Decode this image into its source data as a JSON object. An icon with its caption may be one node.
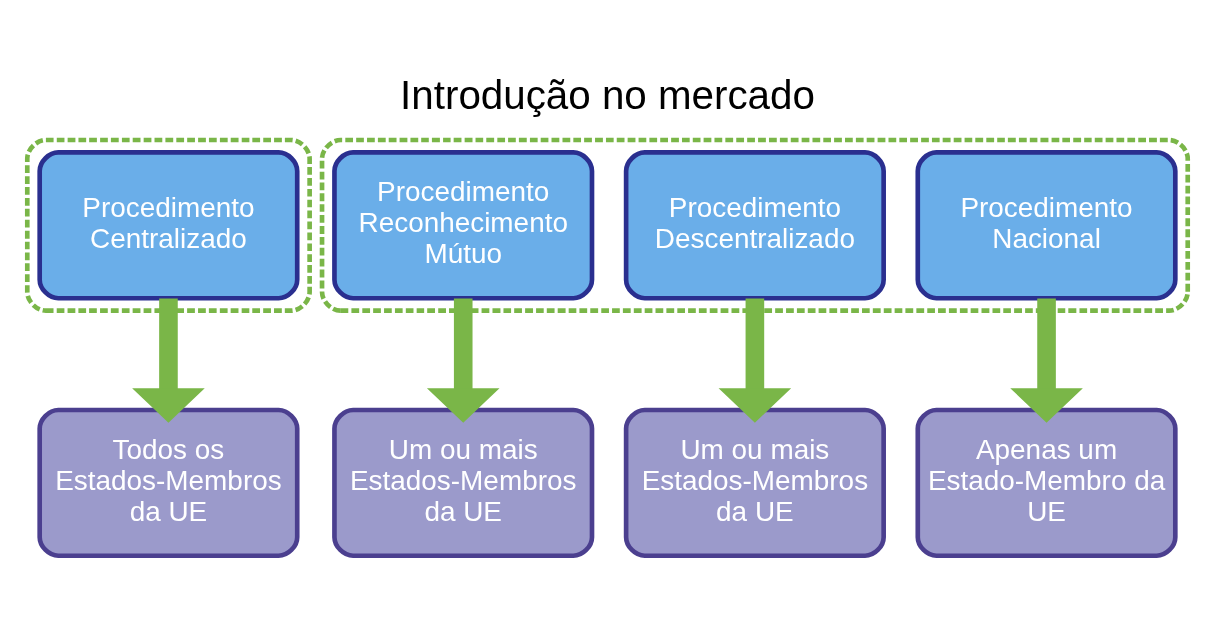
{
  "diagram": {
    "title": "Introdução no mercado",
    "nodes": [
      {
        "text": [],
        "shape": "box"
      },
      {
        "text": [
          "Procedimento Centralizado"
        ],
        "in": 0
      },
      {
        "text": [],
        "shape": "box"
      },
      {
        "text": [
          "Procedimento Reconhecimento Mútuo"
        ],
        "in": 2
      },
      {
        "text": [
          "Procedimento Descentralizado"
        ],
        "in": 2
      },
      {
        "text": [
          "Procedimento Nacional"
        ],
        "in": 2
      },
      {
        "text": [
          "Todos os Estados-Membros da UE"
        ]
      },
      {
        "text": [
          "Um ou mais Estados-Membros da UE"
        ]
      },
      {
        "text": [
          "Um ou mais Estados-Membros da UE"
        ]
      },
      {
        "text": [
          "Apenas um Estado-Membro da UE"
        ]
      }
    ],
    "edges": [
      {
        "from": 1,
        "to": 6,
        "arrow": "to"
      },
      {
        "from": 3,
        "to": 7,
        "arrow": "to"
      },
      {
        "from": 4,
        "to": 8,
        "arrow": "to"
      },
      {
        "from": 5,
        "to": 9,
        "arrow": "to"
      }
    ]
  }
}
